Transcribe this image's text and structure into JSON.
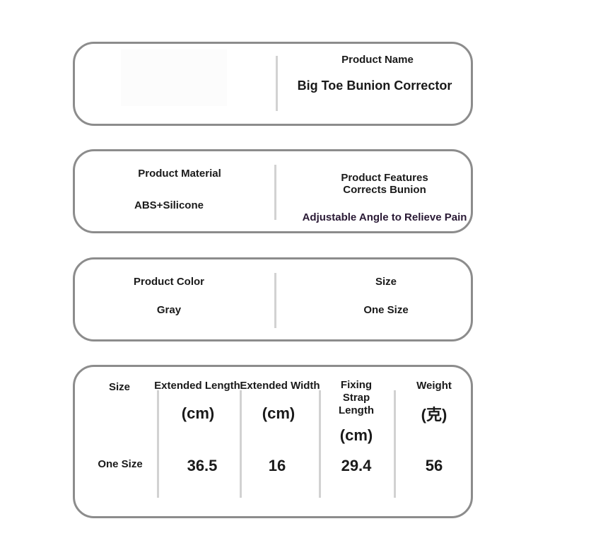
{
  "card1": {
    "name_label": "Product Name",
    "name_value": "Big Toe Bunion Corrector"
  },
  "card2": {
    "material_label": "Product Material",
    "material_value": "ABS+Silicone",
    "features_label": "Product Features",
    "features_line1": "Corrects Bunion",
    "features_line2": "Adjustable Angle to Relieve Pain"
  },
  "card3": {
    "color_label": "Product Color",
    "color_value": "Gray",
    "size_label": "Size",
    "size_value": "One Size"
  },
  "size_table": {
    "headers": {
      "size": "Size",
      "extended_length": "Extended Length",
      "extended_width": "Extended Width",
      "strap_line1": "Fixing",
      "strap_line2": "Strap",
      "strap_line3": "Length",
      "weight": "Weight"
    },
    "units": {
      "length": "(cm)",
      "width": "(cm)",
      "strap": "(cm)",
      "weight": "(克)"
    },
    "row": {
      "size": "One Size",
      "extended_length": "36.5",
      "extended_width": "16",
      "strap_length": "29.4",
      "weight": "56"
    }
  }
}
